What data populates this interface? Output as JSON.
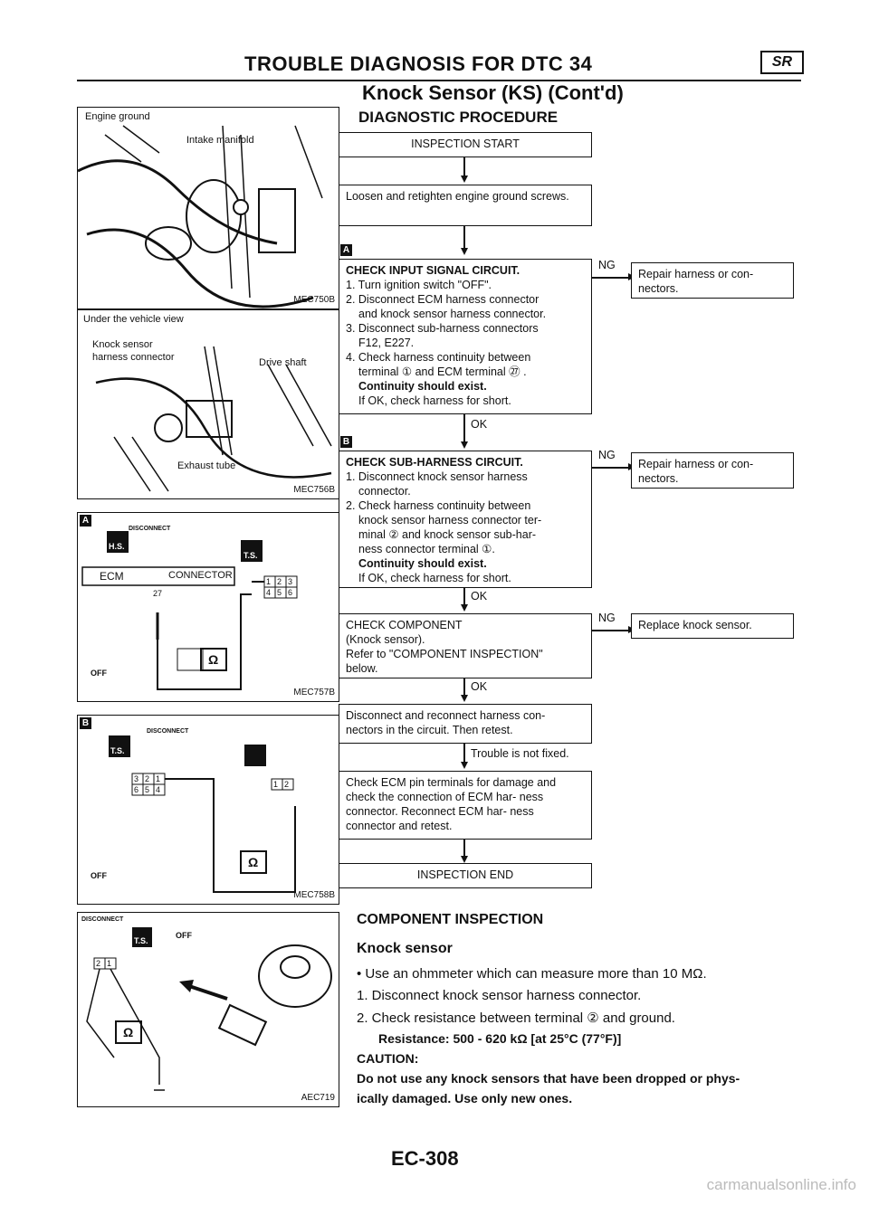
{
  "header": {
    "title": "TROUBLE DIAGNOSIS FOR DTC 34",
    "badge": "SR",
    "subtitle": "Knock Sensor (KS) (Cont'd)",
    "section": "DIAGNOSTIC PROCEDURE"
  },
  "figures": {
    "fig1": {
      "code": "MEC750B",
      "labels": [
        "Engine ground",
        "Intake manifold"
      ]
    },
    "fig2": {
      "code": "MEC756B",
      "labels": [
        "Under the vehicle view",
        "Knock sensor",
        "harness connector",
        "Drive shaft",
        "Exhaust tube"
      ]
    },
    "fig3": {
      "code": "MEC757B",
      "marker": "A",
      "disconnect": "DISCONNECT",
      "ecm": "ECM",
      "connector": "CONNECTOR",
      "pin": "27",
      "hs": "H.S.",
      "ts": "T.S.",
      "pins_top": [
        "1",
        "2",
        "3"
      ],
      "pins_bottom": [
        "4",
        "5",
        "6"
      ],
      "ohm": "Ω",
      "off": "OFF"
    },
    "fig4": {
      "code": "MEC758B",
      "marker": "B",
      "disconnect": "DISCONNECT",
      "ts": "T.S.",
      "pins_top": [
        "3",
        "2",
        "1"
      ],
      "pins_bottom": [
        "6",
        "5",
        "4"
      ],
      "pins_right": [
        "1",
        "2"
      ],
      "ohm": "Ω",
      "off": "OFF"
    },
    "fig5": {
      "code": "AEC719",
      "disconnect": "DISCONNECT",
      "ts": "T.S.",
      "pins": [
        "2",
        "1"
      ],
      "ohm": "Ω",
      "off": "OFF"
    }
  },
  "flow": {
    "start": "INSPECTION START",
    "step1": "Loosen and retighten engine ground screws.",
    "marker_a": "A",
    "step2_title": "CHECK INPUT SIGNAL CIRCUIT.",
    "step2_lines": [
      "1. Turn ignition switch \"OFF\".",
      "2. Disconnect ECM harness connector",
      "and knock sensor harness connector.",
      "3. Disconnect sub-harness connectors",
      "F12, E227.",
      "4. Check harness continuity between",
      "terminal ① and ECM terminal ㉗ ."
    ],
    "step2_bold": "Continuity should exist.",
    "step2_last": "If OK, check harness for short.",
    "ok": "OK",
    "ng": "NG",
    "repair": "Repair harness or con- nectors.",
    "marker_b": "B",
    "step3_title": "CHECK SUB-HARNESS CIRCUIT.",
    "step3_lines": [
      "1. Disconnect knock sensor harness",
      "connector.",
      "2. Check harness continuity between",
      "knock sensor harness connector ter-",
      "minal ② and knock sensor sub-har-",
      "ness connector terminal ①."
    ],
    "step3_bold": "Continuity should exist.",
    "step3_last": "If OK, check harness for short.",
    "step4_lines": [
      "CHECK COMPONENT",
      "(Knock sensor).",
      "Refer to \"COMPONENT INSPECTION\"",
      "below."
    ],
    "replace": "Replace knock sensor.",
    "step5": "Disconnect and reconnect harness con- nectors in the circuit. Then retest.",
    "not_fixed": "Trouble is not fixed.",
    "step6": "Check ECM pin terminals for damage and check the connection of ECM har- ness connector. Reconnect ECM har- ness connector and retest.",
    "end": "INSPECTION END"
  },
  "component": {
    "title": "COMPONENT INSPECTION",
    "subtitle": "Knock sensor",
    "bullet": "• Use an ohmmeter which can measure more than 10 MΩ.",
    "step1": "1. Disconnect knock sensor harness connector.",
    "step2": "2. Check resistance between terminal ② and ground.",
    "resistance": "Resistance: 500 - 620 kΩ [at 25°C (77°F)]",
    "caution_title": "CAUTION:",
    "caution_1": "Do not use any knock sensors that have been dropped or phys-",
    "caution_2": "ically damaged. Use only new ones."
  },
  "footer": {
    "page": "EC-308",
    "watermark": "carmanualsonline.info"
  }
}
